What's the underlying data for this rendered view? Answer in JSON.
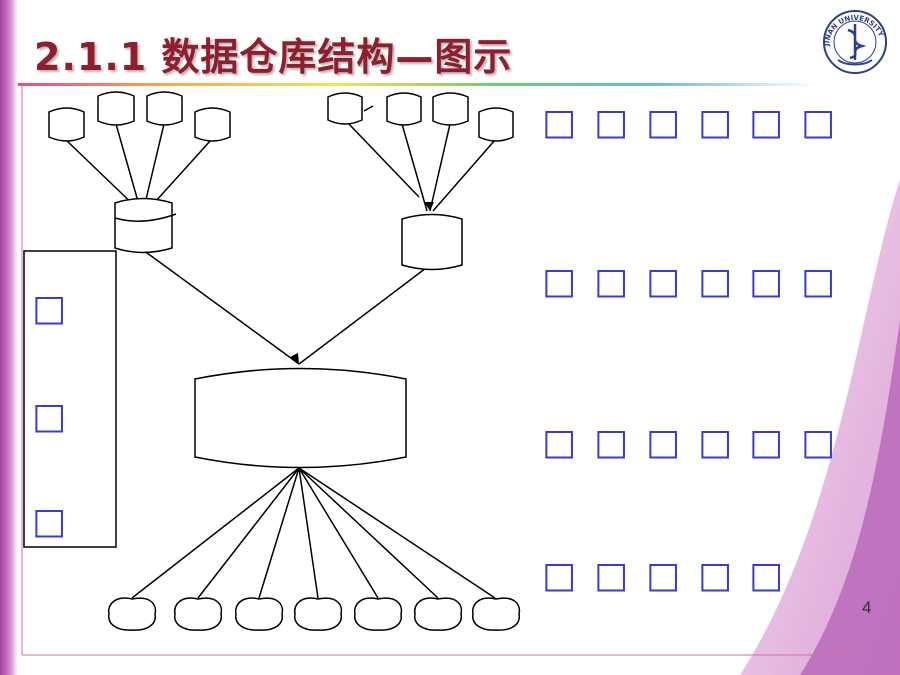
{
  "slide": {
    "title": "2.1.1  数据仓库结构—图示",
    "page_number": "4",
    "logo_text": "JINAN UNIVERSITY"
  },
  "placeholder_glyph": "□",
  "placeholders": {
    "left_panel_count": 3,
    "right_rows": [
      6,
      6,
      6,
      5
    ]
  },
  "colors": {
    "title": "#8f1f2f",
    "logo": "#2c3e8c",
    "placeholder": "#3a3ad8",
    "accent_pink": "#e6a3d6",
    "accent_purple": "#b05fb5"
  }
}
